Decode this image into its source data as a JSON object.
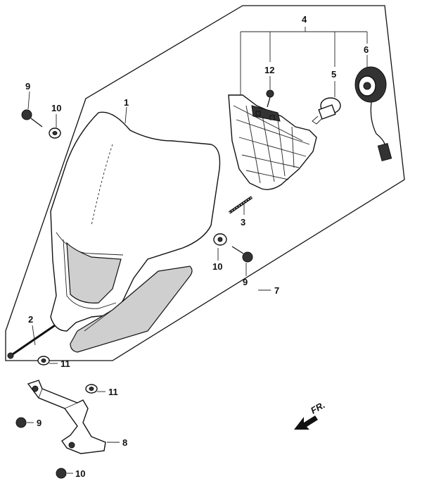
{
  "diagram": {
    "direction_label": "FR.",
    "callouts": {
      "c1": "1",
      "c2": "2",
      "c3": "3",
      "c4": "4",
      "c5": "5",
      "c6": "6",
      "c7": "7",
      "c8": "8",
      "c9a": "9",
      "c9b": "9",
      "c9c": "9",
      "c10a": "10",
      "c10b": "10",
      "c10c": "10",
      "c11a": "11",
      "c11b": "11",
      "c12": "12"
    }
  }
}
